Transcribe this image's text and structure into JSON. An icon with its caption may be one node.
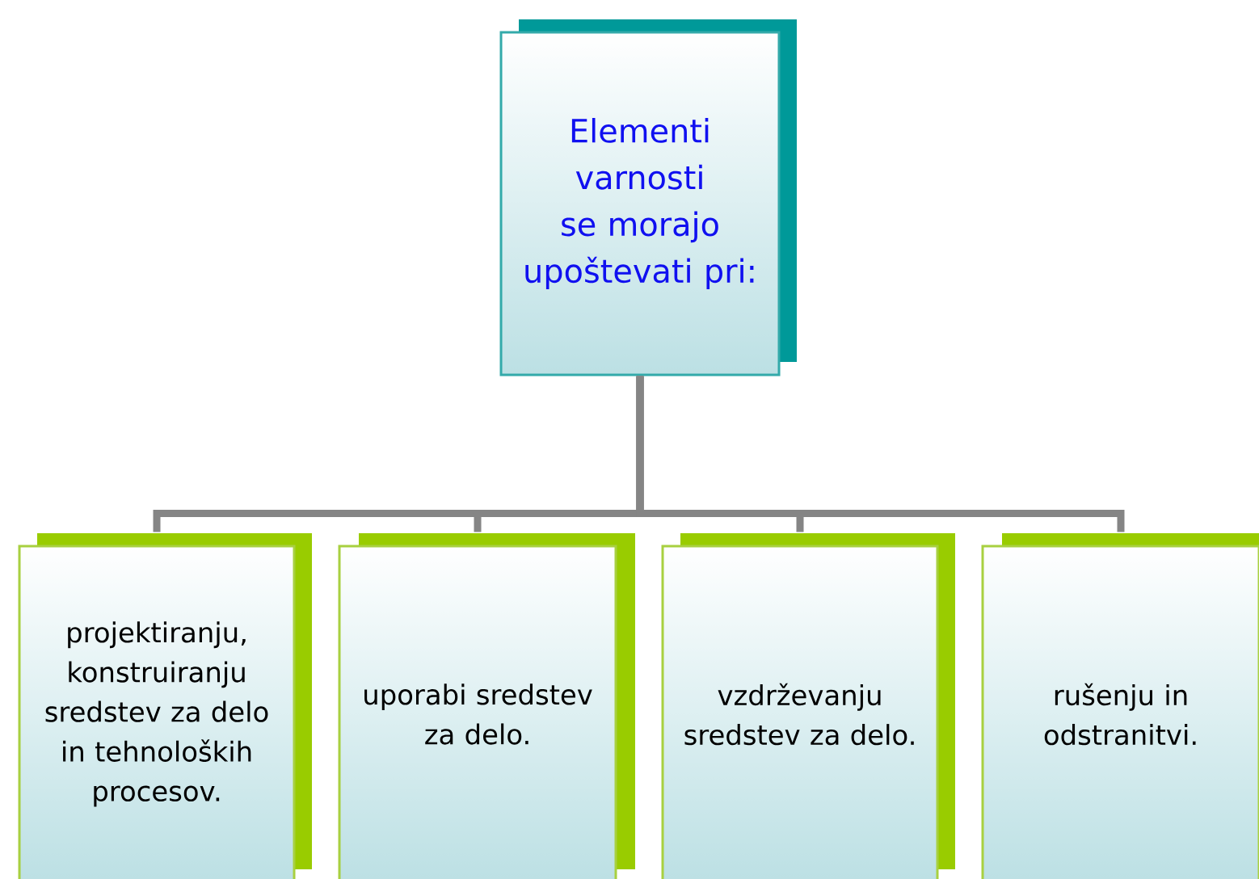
{
  "diagram": {
    "nodes": [
      {
        "text": [
          "Elementi varnosti se morajo upoštevati pri:"
        ]
      },
      {
        "text": [
          "projektiranju, konstruiranju sredstev za delo in tehnoloških procesov."
        ]
      },
      {
        "text": [
          "uporabi sredstev za delo."
        ]
      },
      {
        "text": [
          "vzdrževanju sredstev za delo."
        ]
      },
      {
        "text": [
          "rušenju in odstranitvi."
        ]
      }
    ],
    "edges": [
      {
        "from": 0,
        "to": 1,
        "arrow": "none"
      },
      {
        "from": 0,
        "to": 2,
        "arrow": "none"
      },
      {
        "from": 0,
        "to": 3,
        "arrow": "none"
      },
      {
        "from": 0,
        "to": 4,
        "arrow": "none"
      }
    ]
  }
}
